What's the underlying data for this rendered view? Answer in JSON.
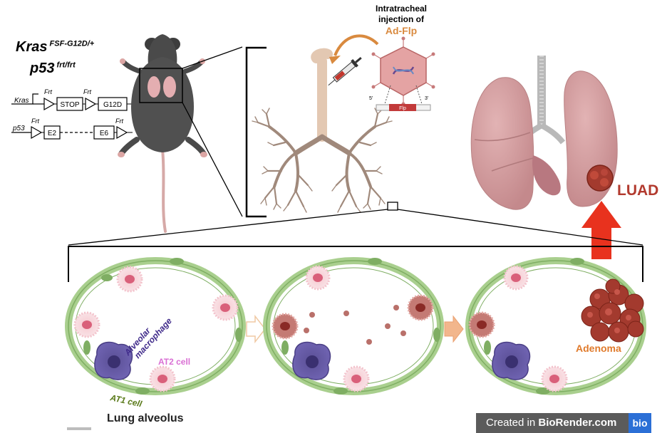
{
  "genotype": {
    "kras_gene": "Kras",
    "kras_allele": "FSF-G12D/+",
    "p53_gene": "p53",
    "p53_allele": "frt/frt"
  },
  "constructs": {
    "kras_label": "Kras",
    "p53_label": "p53",
    "frt": "Frt",
    "stop": "STOP",
    "g12d": "G12D",
    "e2": "E2",
    "e6": "E6"
  },
  "injection": {
    "line1": "Intratracheal",
    "line2": "injection of",
    "line3": "Ad-Flp",
    "flp": "Flp",
    "five_prime": "5'",
    "three_prime": "3'"
  },
  "labels": {
    "luad": "LUAD",
    "alveolar_macrophage_1": "Alveolar",
    "alveolar_macrophage_2": "macrophage",
    "at2": "AT2 cell",
    "at1": "AT1 cell",
    "lung_alveolus": "Lung alveolus",
    "adenoma": "Adenoma"
  },
  "footer": {
    "created_in": "Created in ",
    "brand": "BioRender.com",
    "logo": "bio"
  },
  "colors": {
    "lung_pink": "#cf9a9c",
    "alveolus_green": "#a9cf8e",
    "luad_red": "#b23a2e",
    "arrow_red": "#e8321e",
    "adenoma_orange": "#e07a2b",
    "macrophage_purple": "#6a5aa8",
    "at2_pink": "#d96fd4",
    "at1_green": "#5a7a1a"
  }
}
